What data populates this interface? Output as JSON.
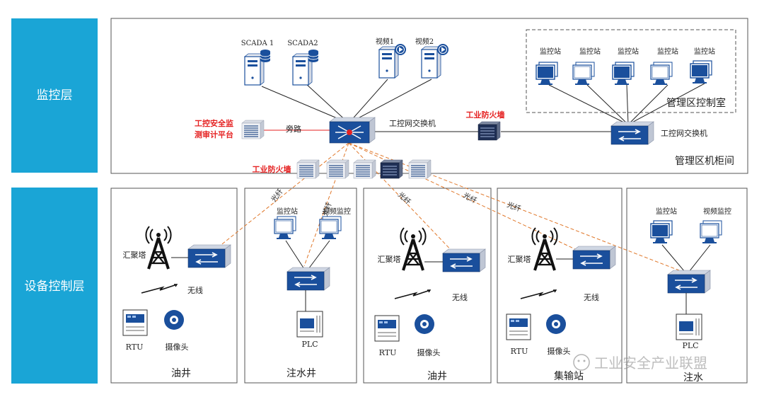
{
  "layers": {
    "monitor": "监控层",
    "device": "设备控制层"
  },
  "top": {
    "servers": [
      "SCADA 1",
      "SCADA2",
      "视频1",
      "视频2"
    ],
    "audit_platform_line1": "工控安全监",
    "audit_platform_line2": "测审计平台",
    "bypass": "旁路",
    "core_switch": "工控网交换机",
    "firewall_top": "工业防火墙",
    "mgmt_switch": "工控网交换机",
    "control_room_stations": [
      "监控站",
      "监控站",
      "监控站",
      "监控站",
      "监控站"
    ],
    "control_room": "管理区控制室",
    "cabinet_room": "管理区机柜间",
    "firewall_row": "工业防火墙"
  },
  "fiber_labels": [
    "光纤",
    "光纤",
    "光纤",
    "光纤",
    "光纤"
  ],
  "sites": [
    {
      "name": "油井",
      "tower": "汇聚塔",
      "wireless": "无线",
      "rtu": "RTU",
      "camera": "摄像头"
    },
    {
      "name": "注水井",
      "station": "监控站",
      "video": "视频监控",
      "plc": "PLC"
    },
    {
      "name": "油井",
      "tower": "汇聚塔",
      "wireless": "无线",
      "rtu": "RTU",
      "camera": "摄像头"
    },
    {
      "name": "集输站",
      "tower": "汇聚塔",
      "wireless": "无线",
      "rtu": "RTU",
      "camera": "摄像头"
    },
    {
      "name": "注水",
      "station": "监控站",
      "video": "视频监控",
      "plc": "PLC"
    }
  ],
  "watermark": "工业安全产业联盟",
  "colors": {
    "sidebar": "#1aa5d6",
    "device_blue": "#1a4f9c",
    "label_red": "#e52222",
    "fiber_orange": "#e0782b",
    "frame": "#555555"
  }
}
